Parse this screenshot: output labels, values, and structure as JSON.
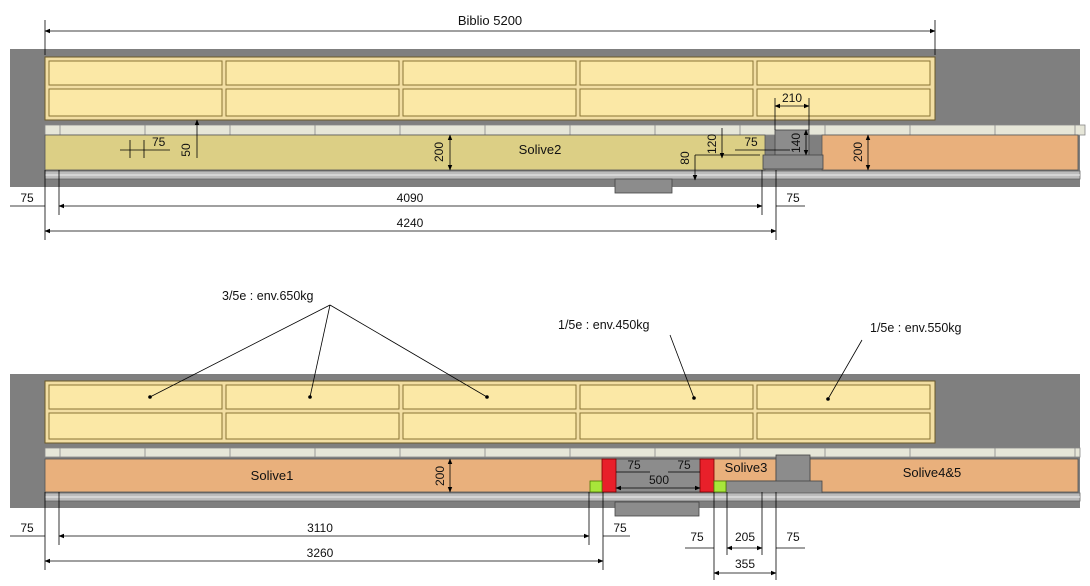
{
  "top": {
    "title": "Biblio 5200",
    "beam_label": "Solive2",
    "dims": {
      "d75_inner": "75",
      "d50": "50",
      "d200_left": "200",
      "d120": "120",
      "d80": "80",
      "d75_mid": "75",
      "d210": "210",
      "d140": "140",
      "d200_right": "200",
      "d75_left": "75",
      "d4090": "4090",
      "d75_right": "75",
      "d4240": "4240"
    }
  },
  "bottom": {
    "annotations": {
      "a1": "3/5e : env.650kg",
      "a2": "1/5e :  env.450kg",
      "a3": "1/5e :  env.550kg"
    },
    "beam_labels": {
      "solive1": "Solive1",
      "solive3": "Solive3",
      "solive45": "Solive4&5"
    },
    "dims": {
      "d200": "200",
      "d75_a": "75",
      "d75_b": "75",
      "d500": "500",
      "d75_left": "75",
      "d3110": "3110",
      "d75_c": "75",
      "d3260": "3260",
      "d75_d": "75",
      "d205": "205",
      "d75_e": "75",
      "d355": "355"
    }
  },
  "colors": {
    "wall": "#7f7f7f",
    "shelf_fill": "#fbe8a6",
    "shelf_bg": "#f2dea3",
    "beam_yellow": "#dccf85",
    "beam_orange": "#e9b07c",
    "steel": "#8c8c8c",
    "red_block": "#e8202a",
    "green_pad": "#a8e63a"
  }
}
